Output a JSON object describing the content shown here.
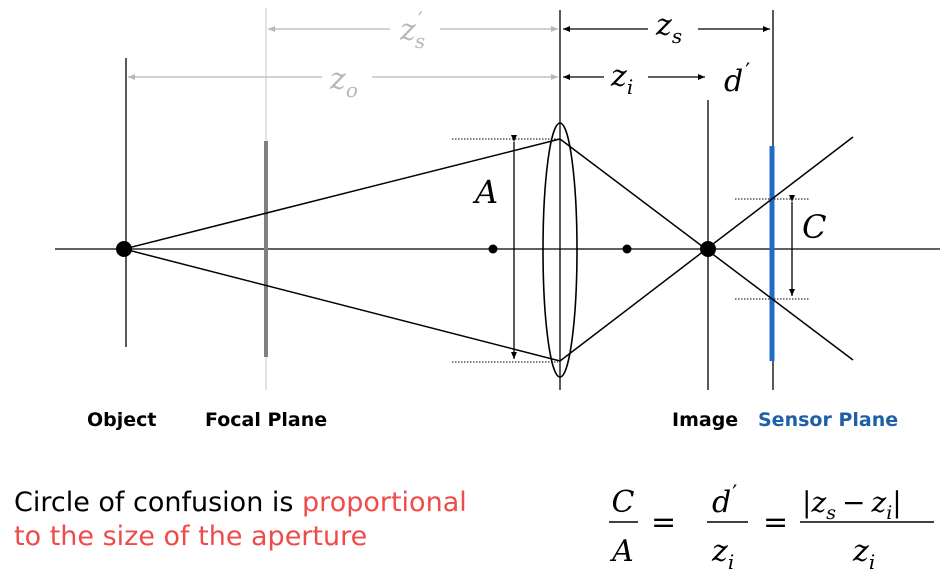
{
  "dimensions": {
    "zs_prime": {
      "main": "z",
      "sub": "s",
      "sup": "′"
    },
    "zo": {
      "main": "z",
      "sub": "o"
    },
    "zs": {
      "main": "z",
      "sub": "s"
    },
    "zi": {
      "main": "z",
      "sub": "i"
    },
    "d_prime": {
      "main": "d",
      "sup": "′"
    }
  },
  "aperture_label": "A",
  "coc_label": "C",
  "planes": {
    "object": "Object",
    "focal": "Focal Plane",
    "image": "Image",
    "sensor": "Sensor Plane"
  },
  "caption": {
    "plain": "Circle of confusion is ",
    "highlight_1": "proportional",
    "highlight_2": "to the size of the aperture"
  },
  "equation": {
    "f1_num": "C",
    "f1_den": "A",
    "eq": "=",
    "f2_num_main": "d",
    "f2_num_sup": "′",
    "f2_den_main": "z",
    "f2_den_sub": "i",
    "f3_num_open": "|",
    "f3_num_a": "z",
    "f3_num_a_sub": "s",
    "f3_minus": "−",
    "f3_num_b": "z",
    "f3_num_b_sub": "i",
    "f3_num_close": "|",
    "f3_den_main": "z",
    "f3_den_sub": "i"
  },
  "colors": {
    "sensor": "#1f6bc7",
    "sensor_label": "#1f5ea8",
    "focal_plane": "#808080",
    "highlight": "#f04b4b",
    "faded": "#b8b8b8"
  }
}
